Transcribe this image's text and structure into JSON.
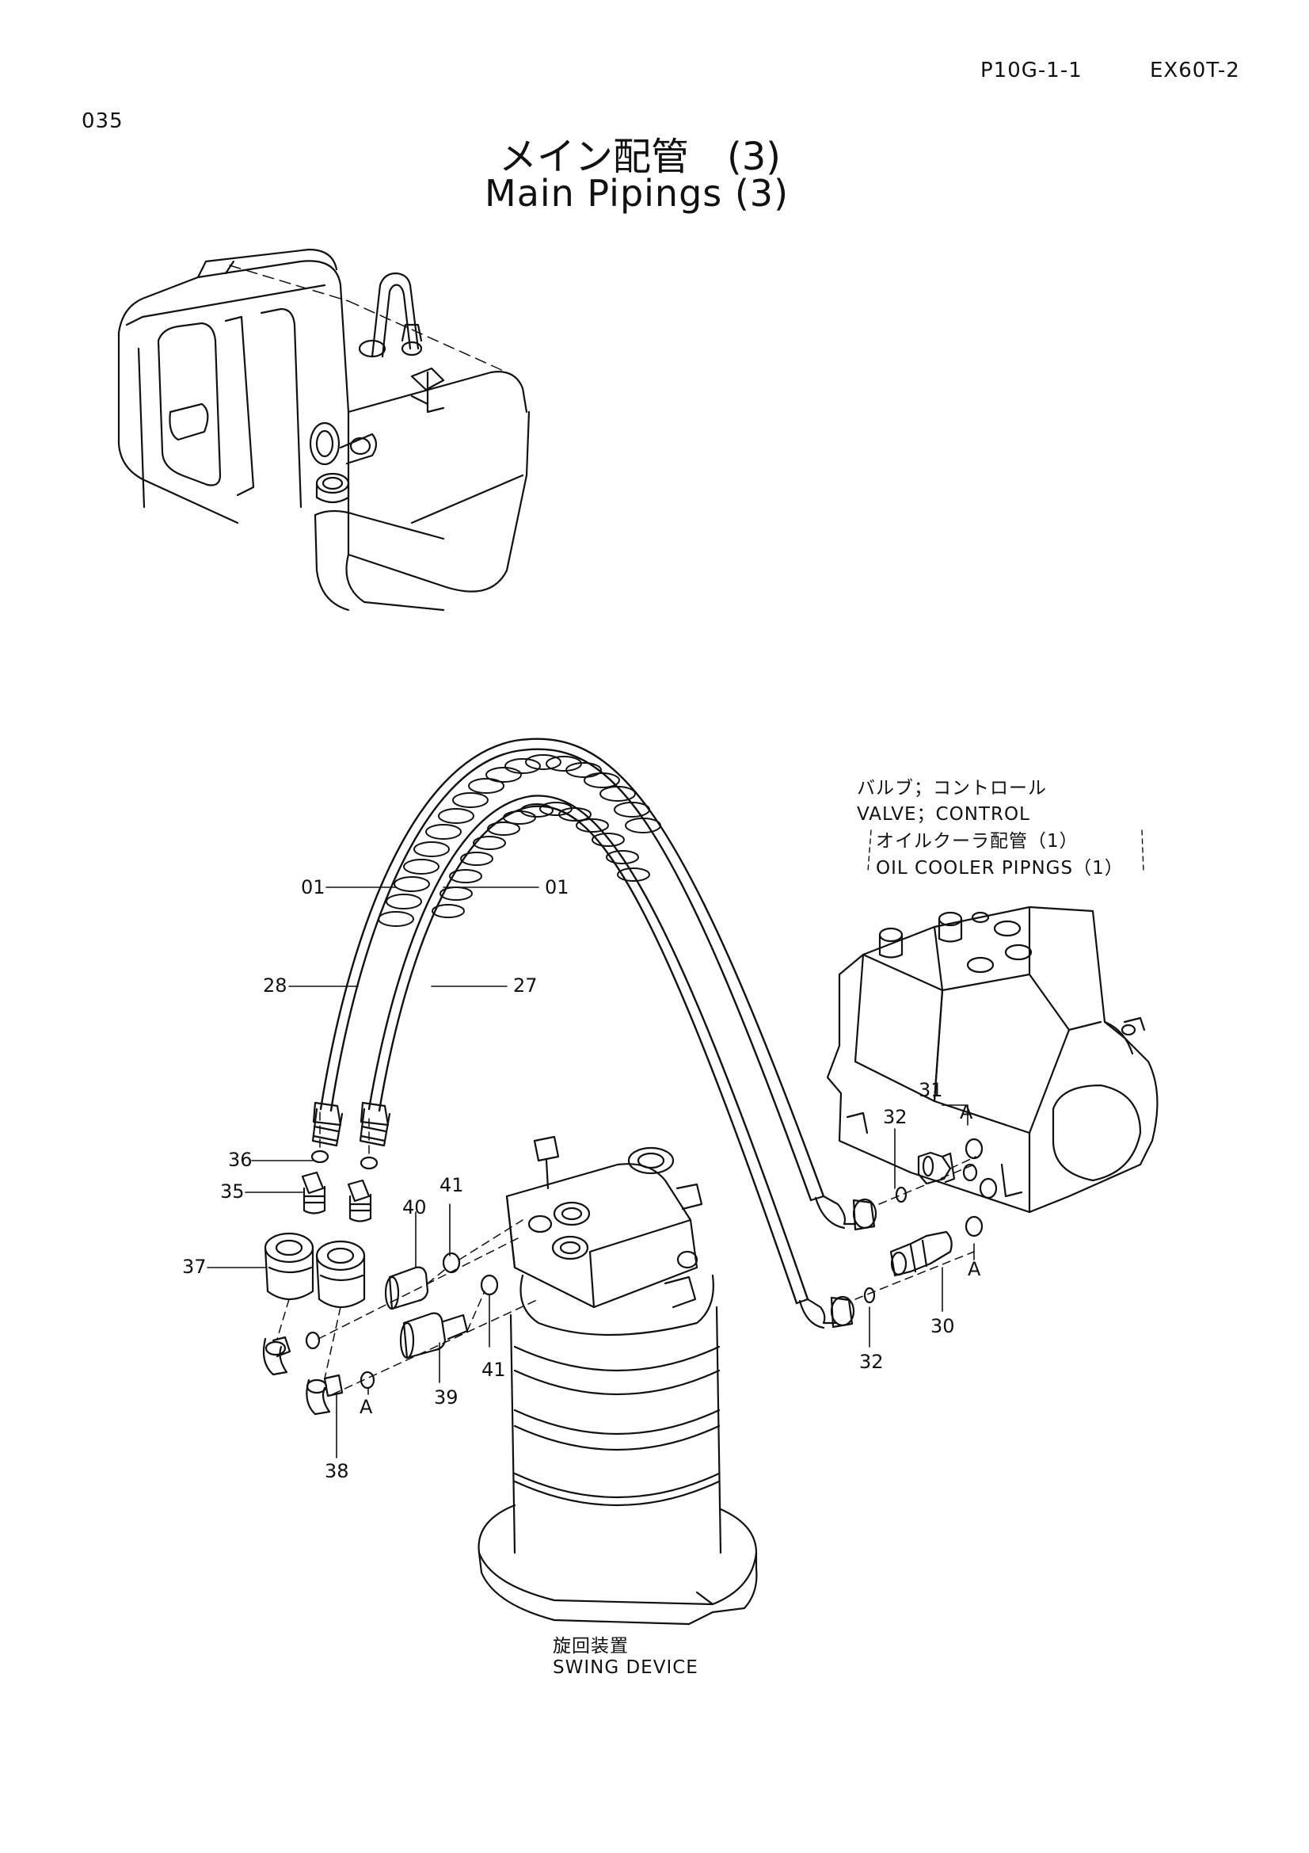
{
  "header": {
    "page_code": "P10G-1-1",
    "model": "EX60T-2",
    "sheet_no": "035"
  },
  "title": {
    "jp": "メイン配管　(3)",
    "en": "Main Pipings (3)"
  },
  "callouts": {
    "c01_left": "01",
    "c01_right": "01",
    "c28": "28",
    "c27": "27",
    "c36": "36",
    "c35": "35",
    "c37": "37",
    "c40": "40",
    "c41_top": "41",
    "c41_bottom": "41",
    "c39": "39",
    "c38": "38",
    "cA_left": "A",
    "c31": "31",
    "c32_top": "32",
    "cA_top": "A",
    "cA_right": "A",
    "c30": "30",
    "c32_bottom": "32"
  },
  "notes": {
    "valve_jp": "バルブ；コントロール",
    "valve_en": "VALVE；CONTROL",
    "cooler_jp": "オイルクーラ配管（1）",
    "cooler_en": "OIL COOLER PIPNGS（1）",
    "swing_jp": "旋回装置",
    "swing_en": "SWING DEVICE"
  }
}
